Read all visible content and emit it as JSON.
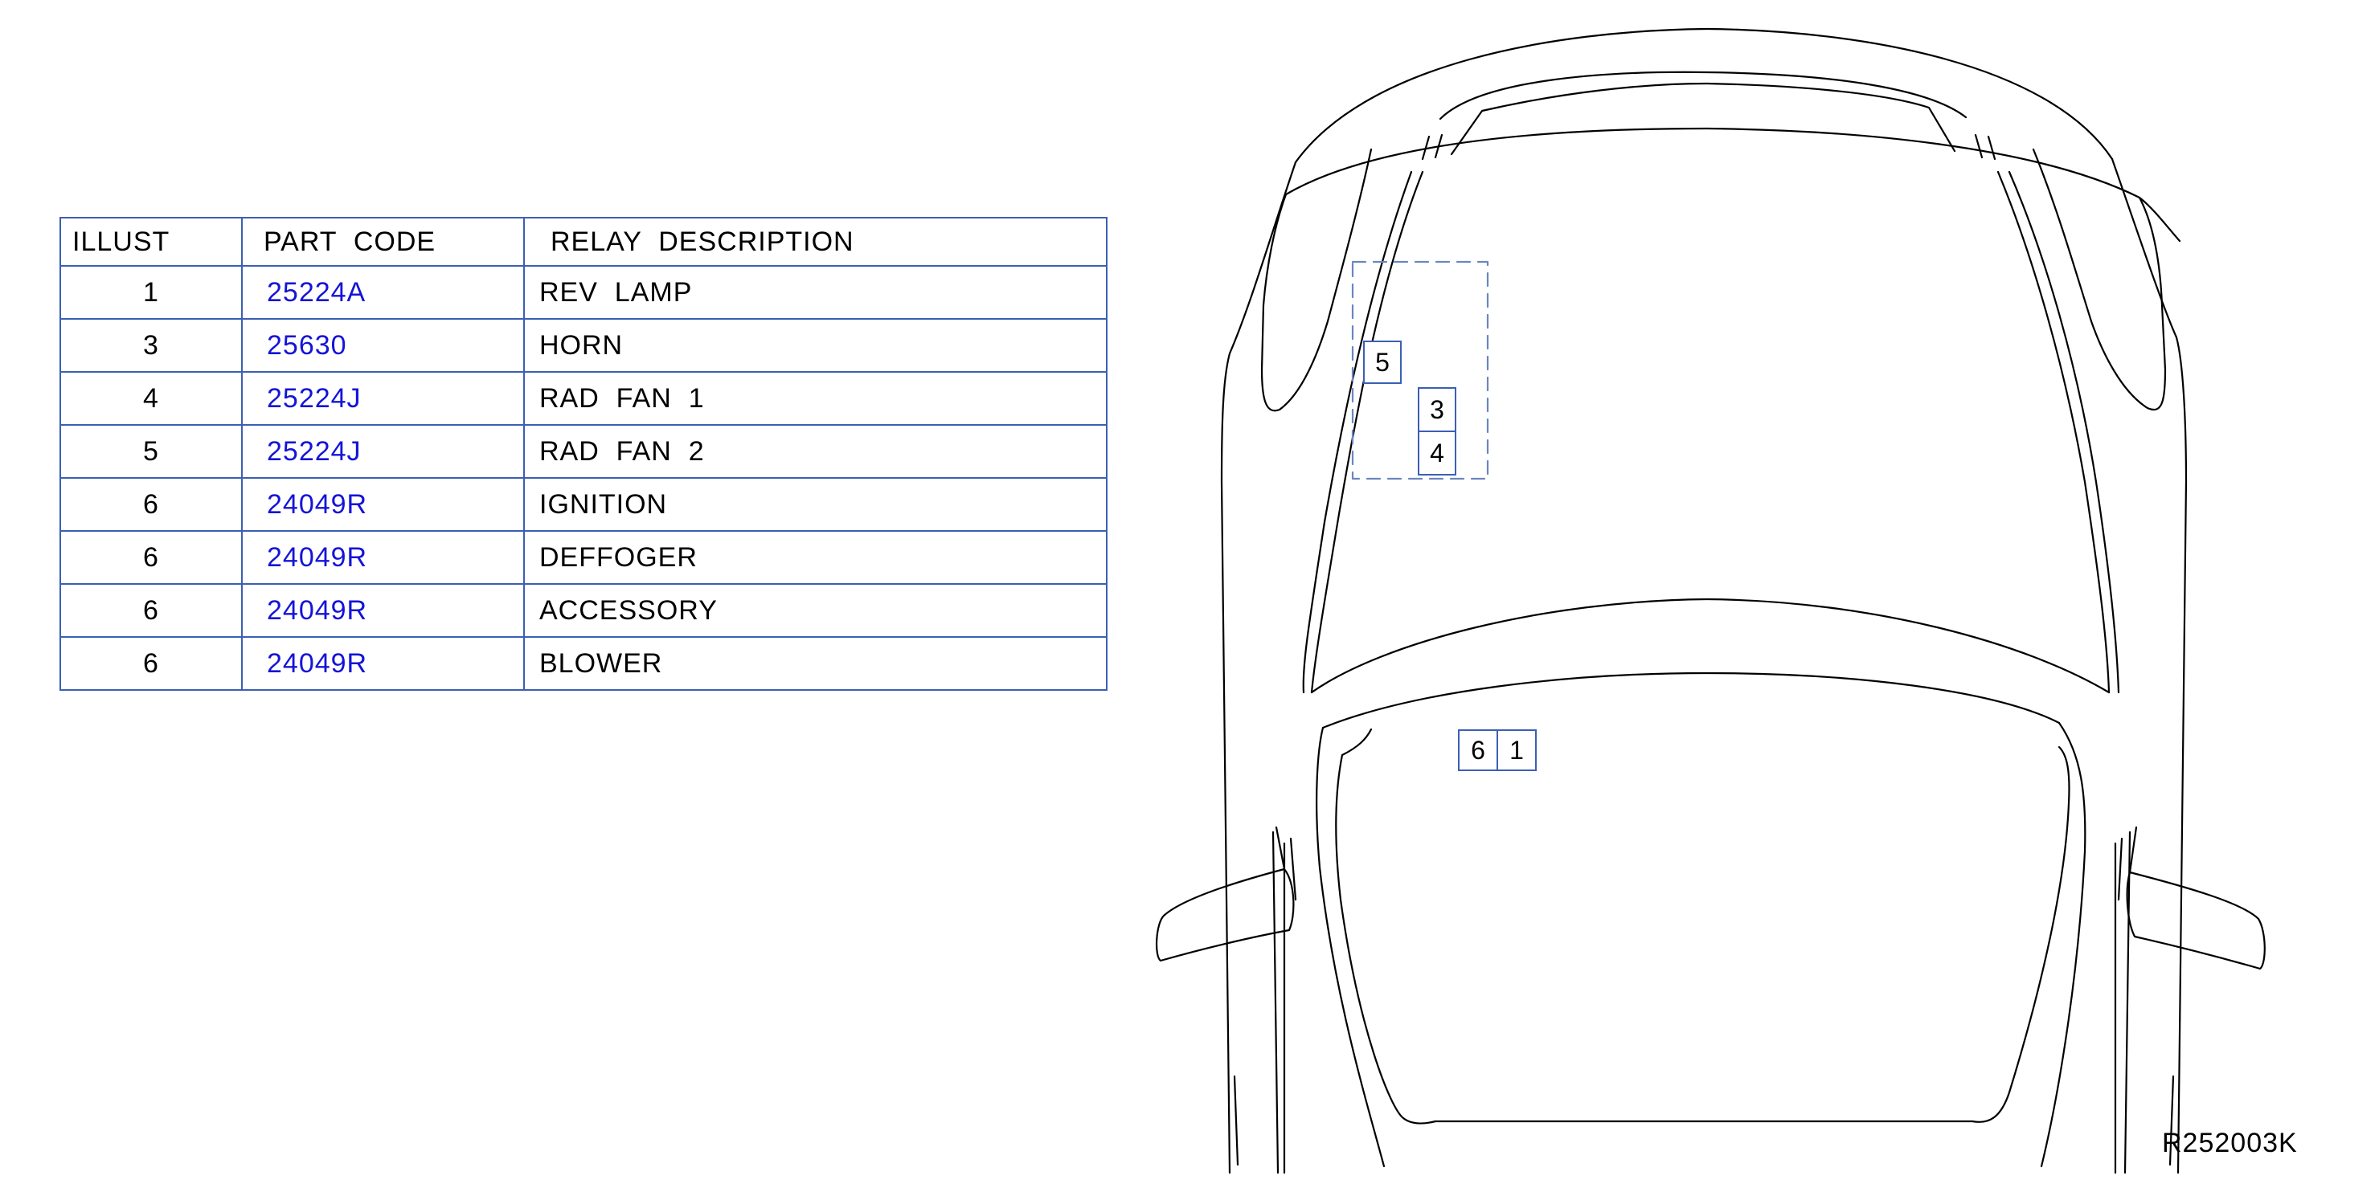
{
  "table": {
    "headers": {
      "illust": "ILLUST",
      "part_code": "PART  CODE",
      "description": "RELAY  DESCRIPTION"
    },
    "rows": [
      {
        "illust": "1",
        "part_code": "25224A",
        "description": "REV  LAMP"
      },
      {
        "illust": "3",
        "part_code": "25630",
        "description": "HORN"
      },
      {
        "illust": "4",
        "part_code": "25224J",
        "description": "RAD  FAN  1"
      },
      {
        "illust": "5",
        "part_code": "25224J",
        "description": "RAD  FAN  2"
      },
      {
        "illust": "6",
        "part_code": "24049R",
        "description": "IGNITION"
      },
      {
        "illust": "6",
        "part_code": "24049R",
        "description": "DEFFOGER"
      },
      {
        "illust": "6",
        "part_code": "24049R",
        "description": "ACCESSORY"
      },
      {
        "illust": "6",
        "part_code": "24049R",
        "description": "BLOWER"
      }
    ]
  },
  "diagram": {
    "callouts": {
      "engine_bay_5": "5",
      "engine_bay_3": "3",
      "engine_bay_4": "4",
      "cabin_6": "6",
      "cabin_1": "1"
    },
    "reference_code": "R252003K"
  },
  "colors": {
    "table_border": "#3b5fb4",
    "part_link": "#1414d8",
    "callout_border": "#3b5fb4",
    "line_art": "#000000"
  }
}
